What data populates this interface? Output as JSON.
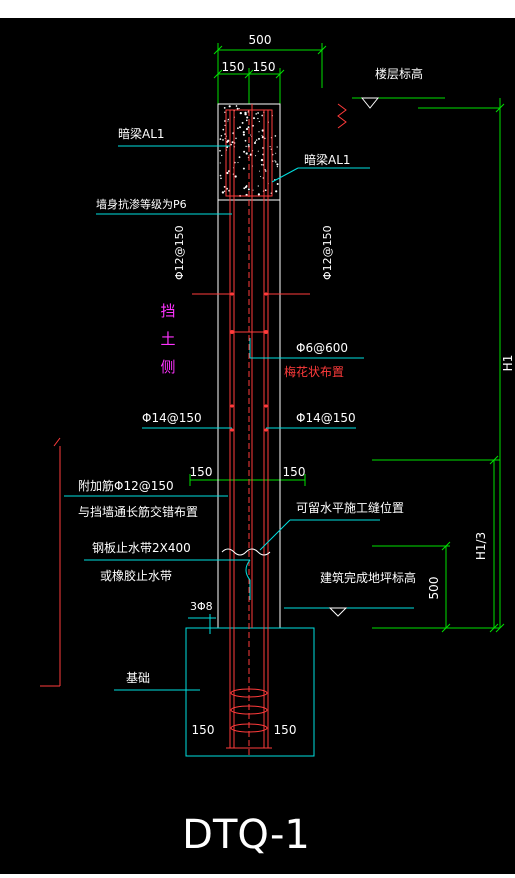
{
  "drawing": {
    "title": "DTQ-1",
    "colors": {
      "background": "#000000",
      "concrete_outline": "#ffffff",
      "rebar": "#ff3b3b",
      "dimension": "#00e000",
      "leader": "#00e0e0",
      "highlight": "#ff33ff",
      "note_red": "#ff3b3b",
      "text": "#ffffff"
    },
    "dimensions": {
      "total_width": "500",
      "left_half": "150",
      "right_half": "150",
      "lap_left": "150",
      "lap_right": "150",
      "footing_left": "150",
      "footing_right": "150",
      "height_total": "H1",
      "height_third": "H1/3",
      "waterstop_height": "500"
    },
    "labels": {
      "floor_level": "楼层标高",
      "hidden_beam_left": "暗梁AL1",
      "hidden_beam_right": "暗梁AL1",
      "impermeability": "墙身抗渗等级为P6",
      "vbar_left": "Φ12@150",
      "vbar_right": "Φ12@150",
      "retaining_side": "挡土侧",
      "tie_bar": "Φ6@600",
      "tie_layout": "梅花状布置",
      "hbar_left": "Φ14@150",
      "hbar_right": "Φ14@150",
      "additional_bar_1": "附加筋Φ12@150",
      "additional_bar_2": "与挡墙通长筋交错布置",
      "construction_joint": "可留水平施工缝位置",
      "waterstop_1": "钢板止水带2X400",
      "waterstop_2": "或橡胶止水带",
      "finished_floor": "建筑完成地坪标高",
      "stirrup": "3Φ8",
      "foundation": "基础"
    }
  }
}
